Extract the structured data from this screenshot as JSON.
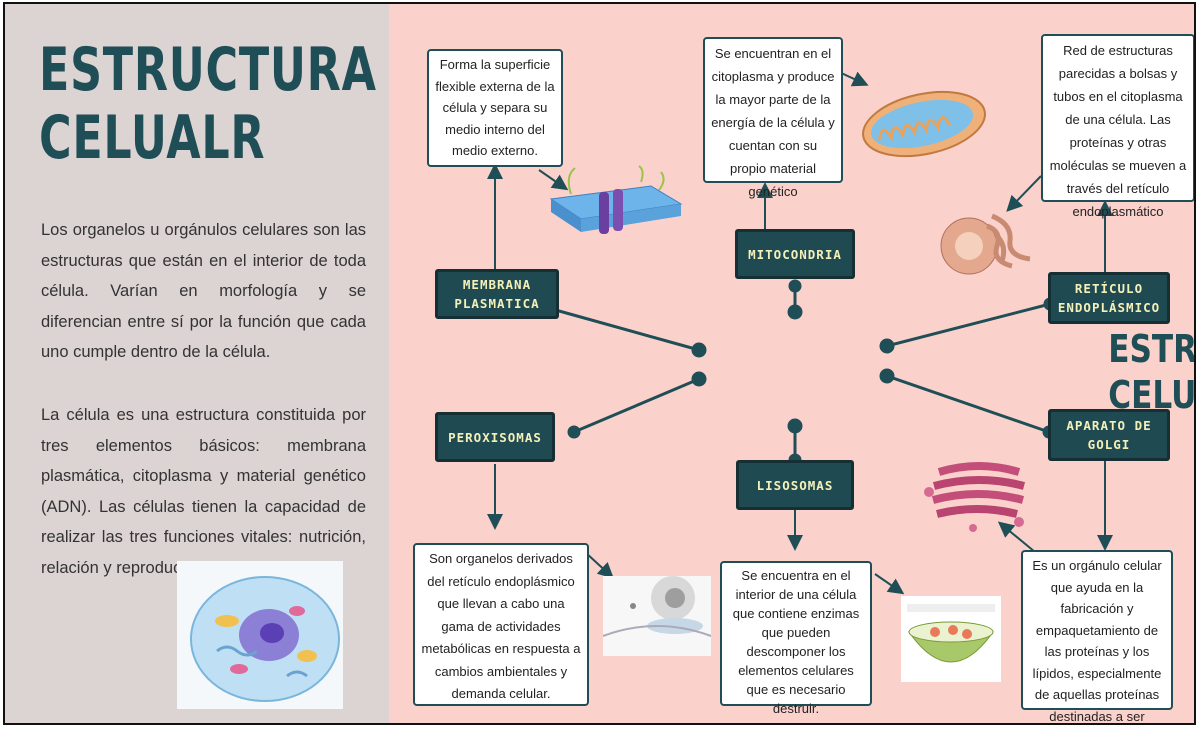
{
  "left_panel": {
    "title_line1": "ESTRUCTURA",
    "title_line2": "CELUALR",
    "paragraph1": "Los organelos u orgánulos celulares son las estructuras que están en el interior de toda célula. Varían en morfología y se diferencian entre sí por la función que cada uno cumple dentro de la célula.",
    "paragraph2": "La célula es una estructura constituida por tres elementos básicos: membrana plasmática, citoplasma y material genético (ADN). Las células tienen la capacidad de realizar las tres funciones vitales: nutrición, relación y reproducción"
  },
  "map": {
    "center_line1": "ESTRUCTURA",
    "center_line2": "CELULAR",
    "nodes": {
      "membrana": {
        "label": "MEMBRANA PLASMATICA",
        "description": "Forma la superficie flexible externa de la célula y separa su medio interno del medio externo."
      },
      "mitocondria": {
        "label": "MITOCONDRIA",
        "description": "Se encuentran en el citoplasma y produce la mayor parte de la energía de la célula y cuentan con su propio material genético"
      },
      "reticulo": {
        "label": "RETÍCULO ENDOPLÁSMICO",
        "description": "Red de estructuras parecidas a bolsas y tubos en el citoplasma de una célula. Las proteínas y otras moléculas se mueven a través del retículo endoplasmático"
      },
      "peroxisomas": {
        "label": "PEROXISOMAS",
        "description": "Son organelos derivados del retículo endoplásmico que llevan a cabo una gama de actividades metabólicas en respuesta a cambios ambientales y demanda celular."
      },
      "lisosomas": {
        "label": "LISOSOMAS",
        "description": "Se encuentra en el interior de una célula que contiene enzimas que pueden descomponer los elementos celulares que es necesario destruir."
      },
      "golgi": {
        "label": "APARATO DE GOLGI",
        "description": "Es un orgánulo celular que ayuda en la fabricación y empaquetamiento de las proteínas y los lípidos, especialmente de aquellas proteínas destinadas a ser exportadas por la célula."
      }
    }
  },
  "colors": {
    "dark_teal": "#204a52",
    "node_text": "#f3f0b8",
    "right_bg": "#fbd2cb",
    "left_bg": "#dcd3d3"
  },
  "icons": [
    "cell-membrane-illustration",
    "mitochondria-illustration",
    "endoplasmic-reticulum-illustration",
    "animal-cell-illustration",
    "peroxisome-illustration",
    "lysosome-illustration",
    "golgi-illustration"
  ]
}
